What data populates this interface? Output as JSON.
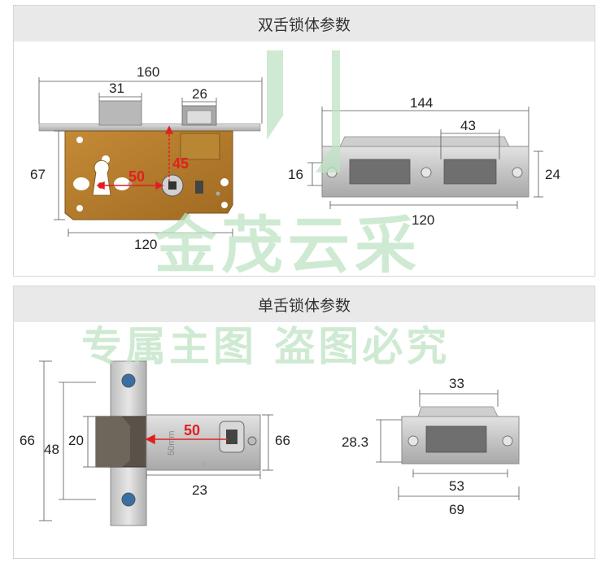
{
  "section1": {
    "title": "双舌锁体参数",
    "lockbody": {
      "width": "160",
      "latch_width": "31",
      "deadbolt_width": "26",
      "height": "67",
      "body_width": "120",
      "backset": "50",
      "hub_offset": "45"
    },
    "strike": {
      "length": "144",
      "opening": "43",
      "inner": "16",
      "height": "24",
      "hole_spacing": "120"
    }
  },
  "section2": {
    "title": "单舌锁体参数",
    "lockbody": {
      "faceplate_height": "66",
      "inner_height": "48",
      "latch_height": "20",
      "backset": "50",
      "case_height": "66",
      "depth": "23",
      "stamp": "50mm"
    },
    "strike": {
      "opening": "33",
      "height": "28.3",
      "hole_spacing": "53",
      "length": "69"
    }
  },
  "watermark": {
    "brand": "金茂云采",
    "line": "专属主图  盗图必究"
  },
  "colors": {
    "plate": "#c9c9c9",
    "body": "#b47a2a",
    "annotation": "#e02020",
    "watermark": "#bfe3c4"
  }
}
